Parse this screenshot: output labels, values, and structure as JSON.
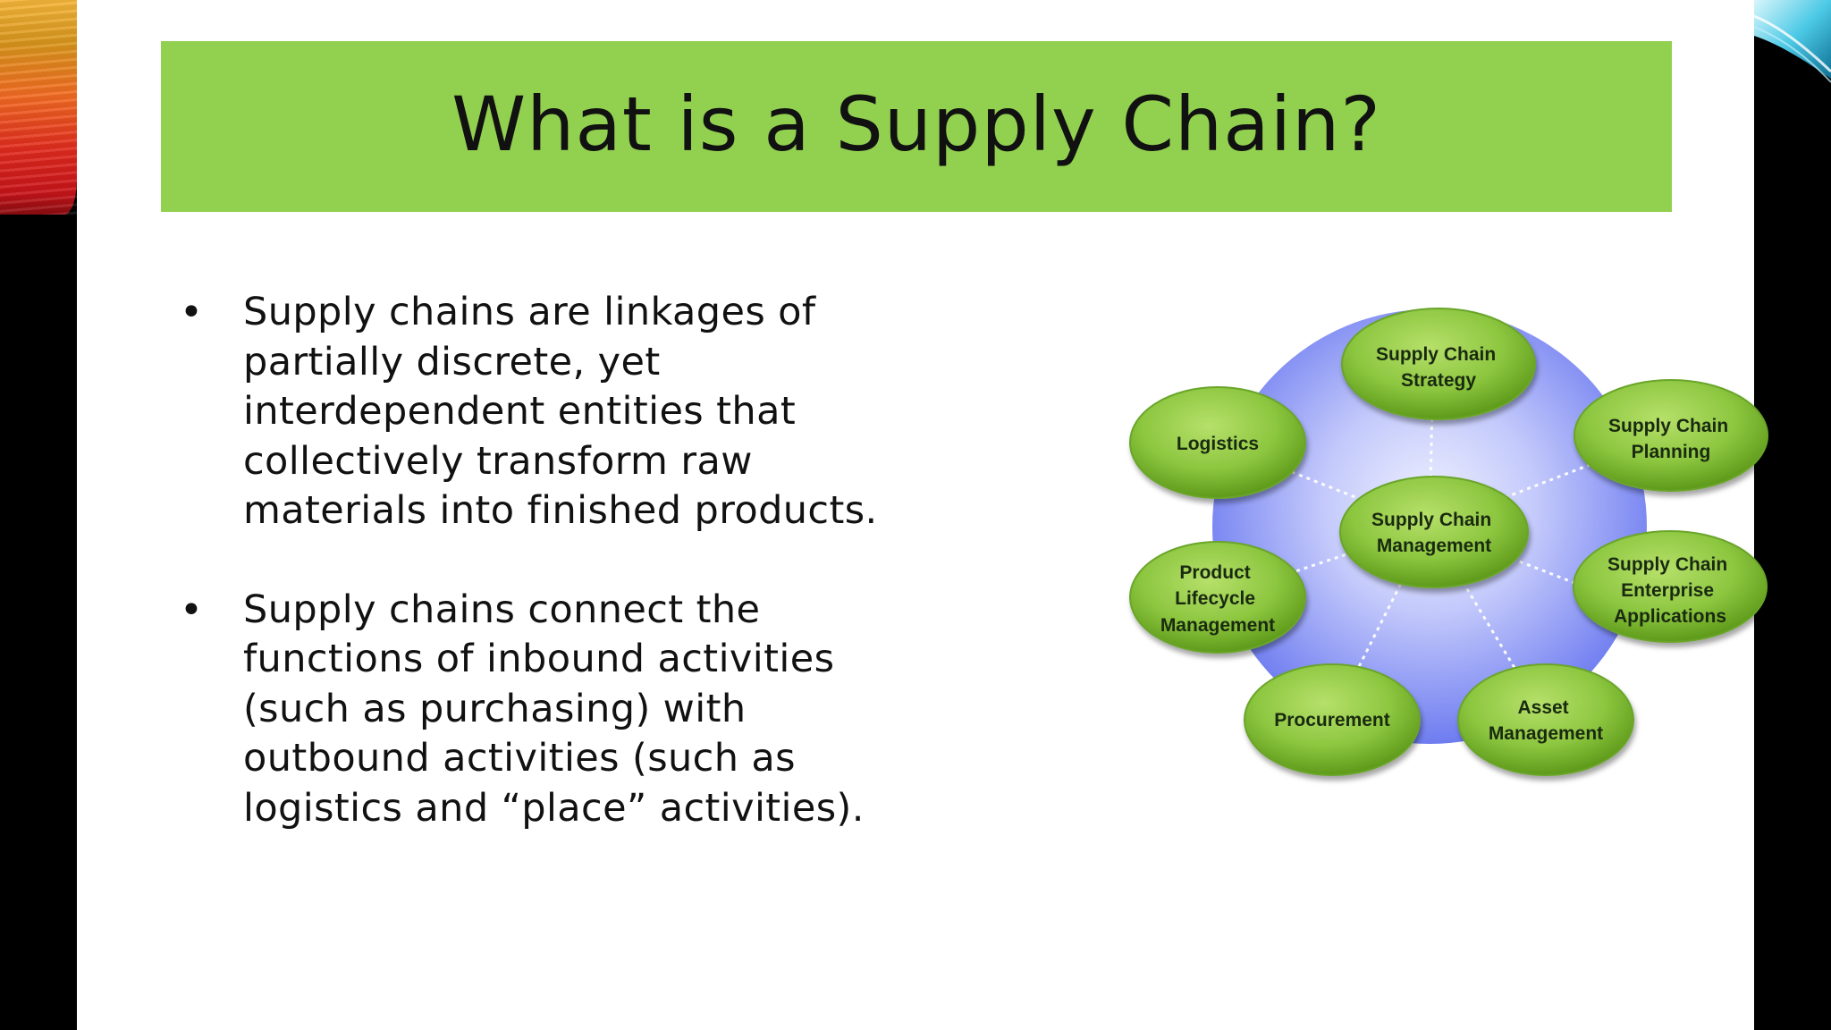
{
  "slide": {
    "title": "What is a Supply Chain?",
    "bullets": [
      {
        "lines": [
          "Supply chains are linkages of",
          "partially discrete, yet",
          "interdependent entities that",
          "collectively transform raw",
          "materials into finished products."
        ]
      },
      {
        "lines": [
          "Supply chains connect the",
          "functions of inbound activities",
          "(such as purchasing) with",
          "outbound activities (such as",
          "logistics and “place” activities)."
        ]
      }
    ]
  },
  "diagram": {
    "center": {
      "lines": [
        "Supply Chain",
        "Management"
      ]
    },
    "nodes": [
      {
        "lines": [
          "Supply Chain",
          "Strategy"
        ]
      },
      {
        "lines": [
          "Supply Chain",
          "Planning"
        ]
      },
      {
        "lines": [
          "Supply Chain",
          "Enterprise",
          "Applications"
        ]
      },
      {
        "lines": [
          "Asset",
          "Management"
        ]
      },
      {
        "lines": [
          "Procurement"
        ]
      },
      {
        "lines": [
          "Product",
          "Lifecycle",
          "Management"
        ]
      },
      {
        "lines": [
          "Logistics"
        ]
      }
    ],
    "colors": {
      "node_fill": "#8cc63f",
      "node_dark": "#5e9a1a",
      "hub_light": "#e8eaff",
      "hub_dark": "#6f7bef",
      "title_bar": "#92d050"
    }
  }
}
